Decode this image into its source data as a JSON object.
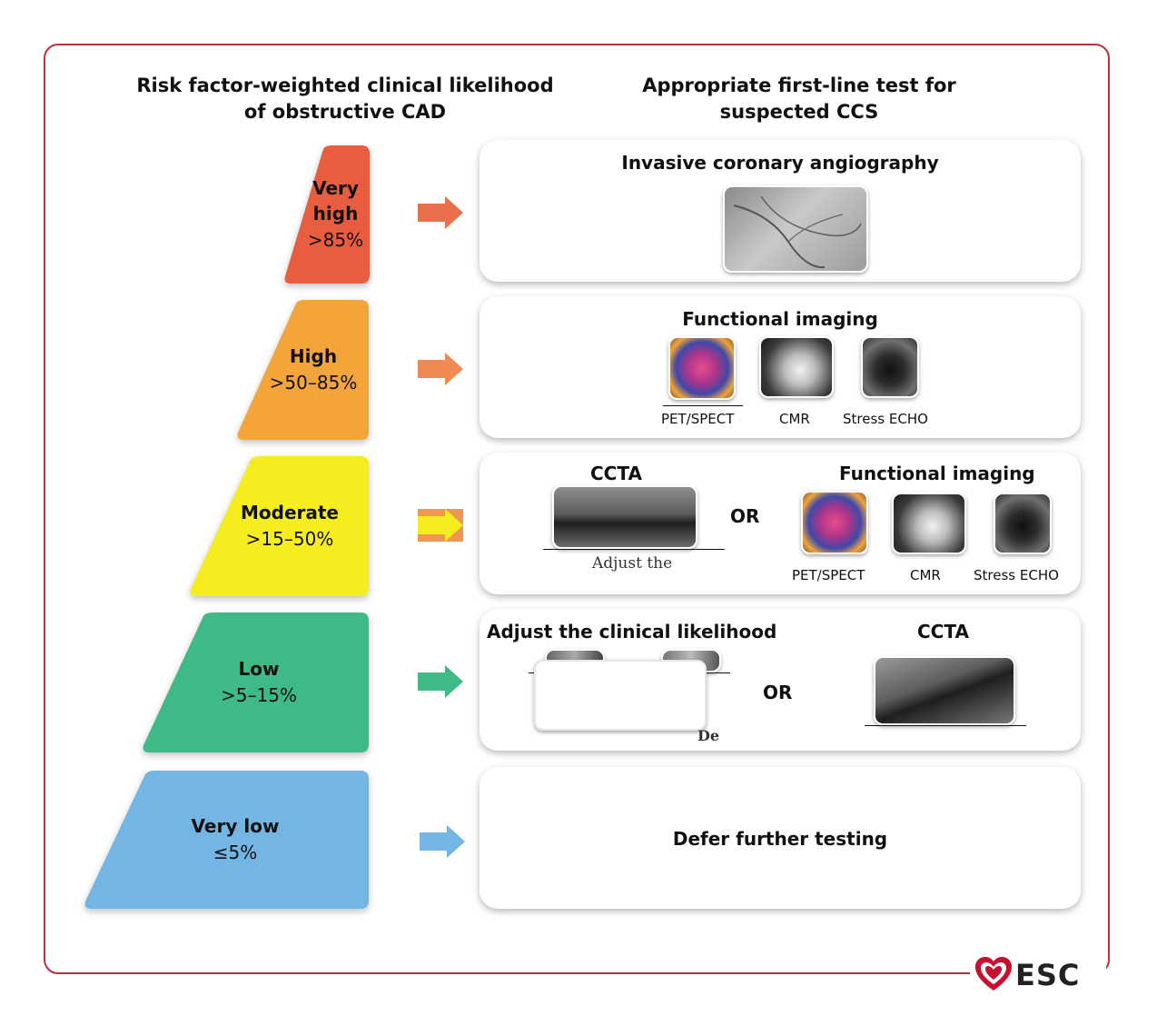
{
  "headings": {
    "left_line1": "Risk factor-weighted clinical likelihood",
    "left_line2": "of obstructive CAD",
    "right_line1": "Appropriate first-line test for",
    "right_line2": "suspected CCS"
  },
  "tiers": [
    {
      "name": "Very high",
      "range": ">85%",
      "color": "#e85c3f"
    },
    {
      "name": "High",
      "range": ">50–85%",
      "color": "#f3a53a"
    },
    {
      "name": "Moderate",
      "range": ">15–50%",
      "color": "#f6ed1f"
    },
    {
      "name": "Low",
      "range": ">5–15%",
      "color": "#3fba87"
    },
    {
      "name": "Very low",
      "range": "≤5%",
      "color": "#73b6e3"
    }
  ],
  "tests": {
    "invasive": {
      "title": "Invasive coronary angiography"
    },
    "functional": {
      "title": "Functional imaging",
      "captions": [
        "PET/SPECT",
        "CMR",
        "Stress ECHO"
      ]
    },
    "moderate": {
      "left_title": "CCTA",
      "or": "OR",
      "right_title": "Functional imaging",
      "captions": [
        "PET/SPECT",
        "CMR",
        "Stress ECHO"
      ],
      "fragment": "Adjust the"
    },
    "low": {
      "left_title": "Adjust the clinical likelihood",
      "or": "OR",
      "right_title": "CCTA",
      "fragment": "De"
    },
    "verylow": {
      "title": "Defer further testing"
    }
  },
  "logo": {
    "text": "ESC",
    "color": "#c8102e"
  }
}
